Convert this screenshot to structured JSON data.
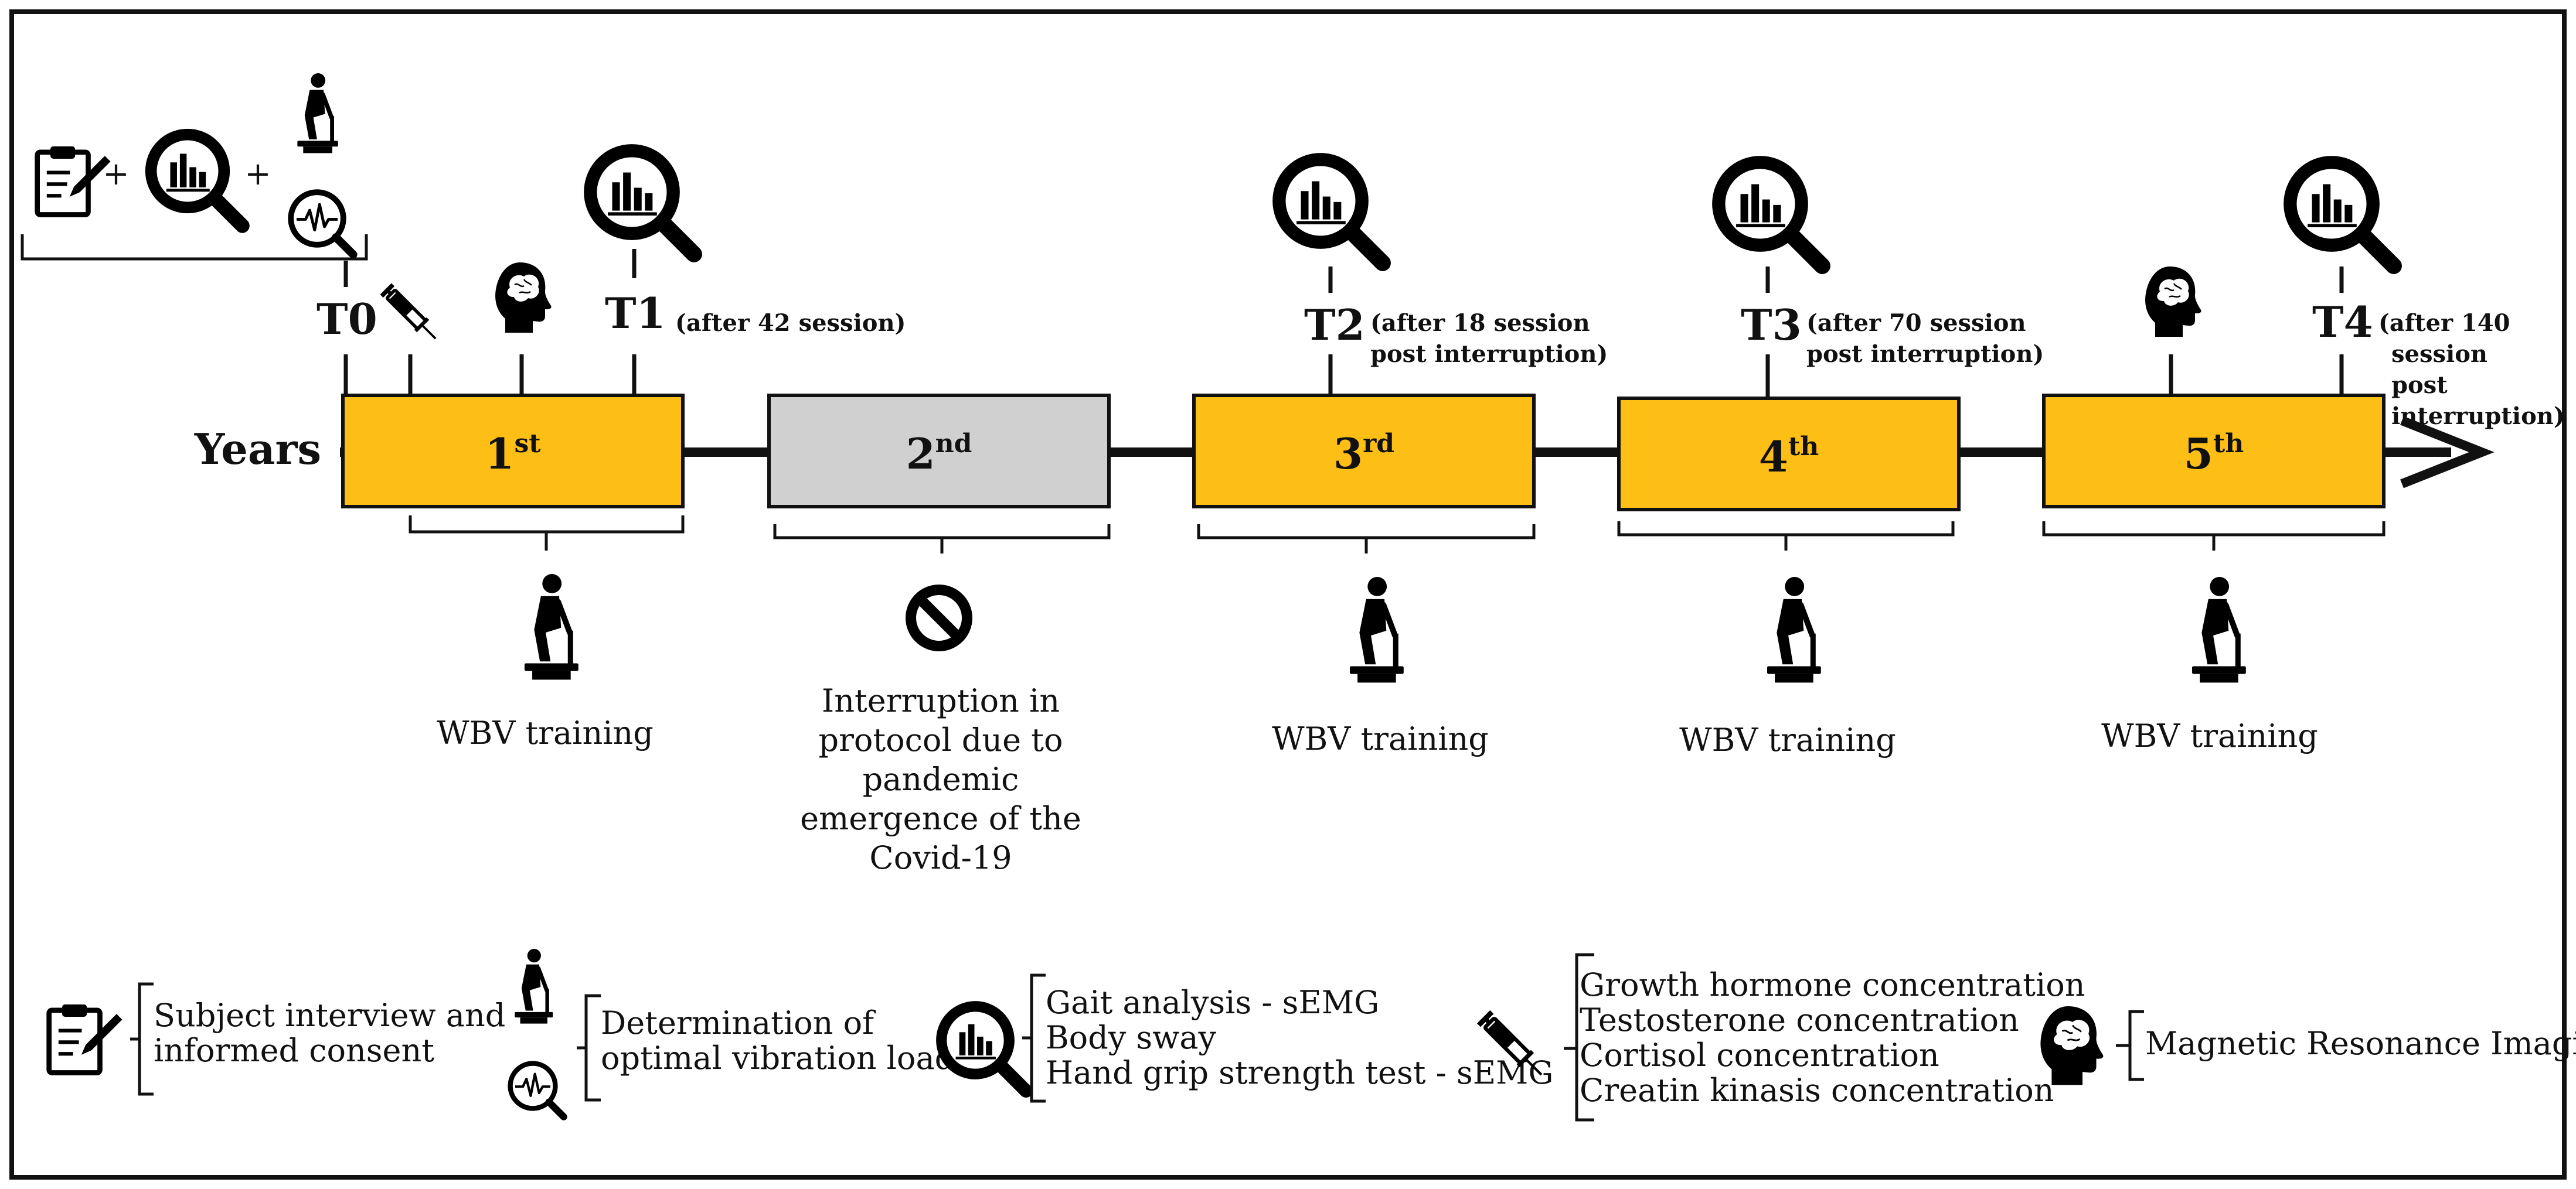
{
  "timeline": {
    "axis_label": "Years",
    "colors": {
      "active": "#FDBF16",
      "interruption": "#D0D0D0",
      "outline": "#111111"
    },
    "years": [
      {
        "num": "1",
        "sup": "st",
        "state": "active"
      },
      {
        "num": "2",
        "sup": "nd",
        "state": "interruption"
      },
      {
        "num": "3",
        "sup": "rd",
        "state": "active"
      },
      {
        "num": "4",
        "sup": "th",
        "state": "active"
      },
      {
        "num": "5",
        "sup": "th",
        "state": "active"
      }
    ],
    "timepoints": [
      {
        "label": "T0",
        "note": []
      },
      {
        "label": "T1",
        "note": [
          "(after 42 session)"
        ]
      },
      {
        "label": "T2",
        "note": [
          "(after 18 session",
          "post interruption)"
        ]
      },
      {
        "label": "T3",
        "note": [
          "(after 70 session",
          "post interruption)"
        ]
      },
      {
        "label": "T4",
        "note": [
          "(after 140",
          "session",
          "post",
          "interruption)"
        ]
      }
    ],
    "plus_sign": "+",
    "periods": [
      {
        "icon": "wbv-platform-icon",
        "label": [
          "WBV training"
        ]
      },
      {
        "icon": "prohibited-icon",
        "label": [
          "Interruption in",
          "protocol due to",
          "pandemic",
          "emergence of the",
          "Covid-19"
        ]
      },
      {
        "icon": "wbv-platform-icon",
        "label": [
          "WBV training"
        ]
      },
      {
        "icon": "wbv-platform-icon",
        "label": [
          "WBV training"
        ]
      },
      {
        "icon": "wbv-platform-icon",
        "label": [
          "WBV training"
        ]
      }
    ]
  },
  "legend": [
    {
      "icons": [
        "clipboard-icon"
      ],
      "items": [
        "Subject interview and",
        "informed consent"
      ]
    },
    {
      "icons": [
        "wbv-platform-icon",
        "emg-magnifier-icon"
      ],
      "items": [
        "Determination of",
        "optimal vibration load"
      ]
    },
    {
      "icons": [
        "analysis-magnifier-icon"
      ],
      "items": [
        "Gait analysis - sEMG",
        "Body sway",
        "Hand grip strength test - sEMG"
      ]
    },
    {
      "icons": [
        "syringe-icon"
      ],
      "items": [
        "Growth hormone concentration",
        "Testosterone concentration",
        "Cortisol concentration",
        "Creatin kinasis concentration"
      ]
    },
    {
      "icons": [
        "brain-head-icon"
      ],
      "items": [
        "Magnetic Resonance Imaging"
      ]
    }
  ]
}
